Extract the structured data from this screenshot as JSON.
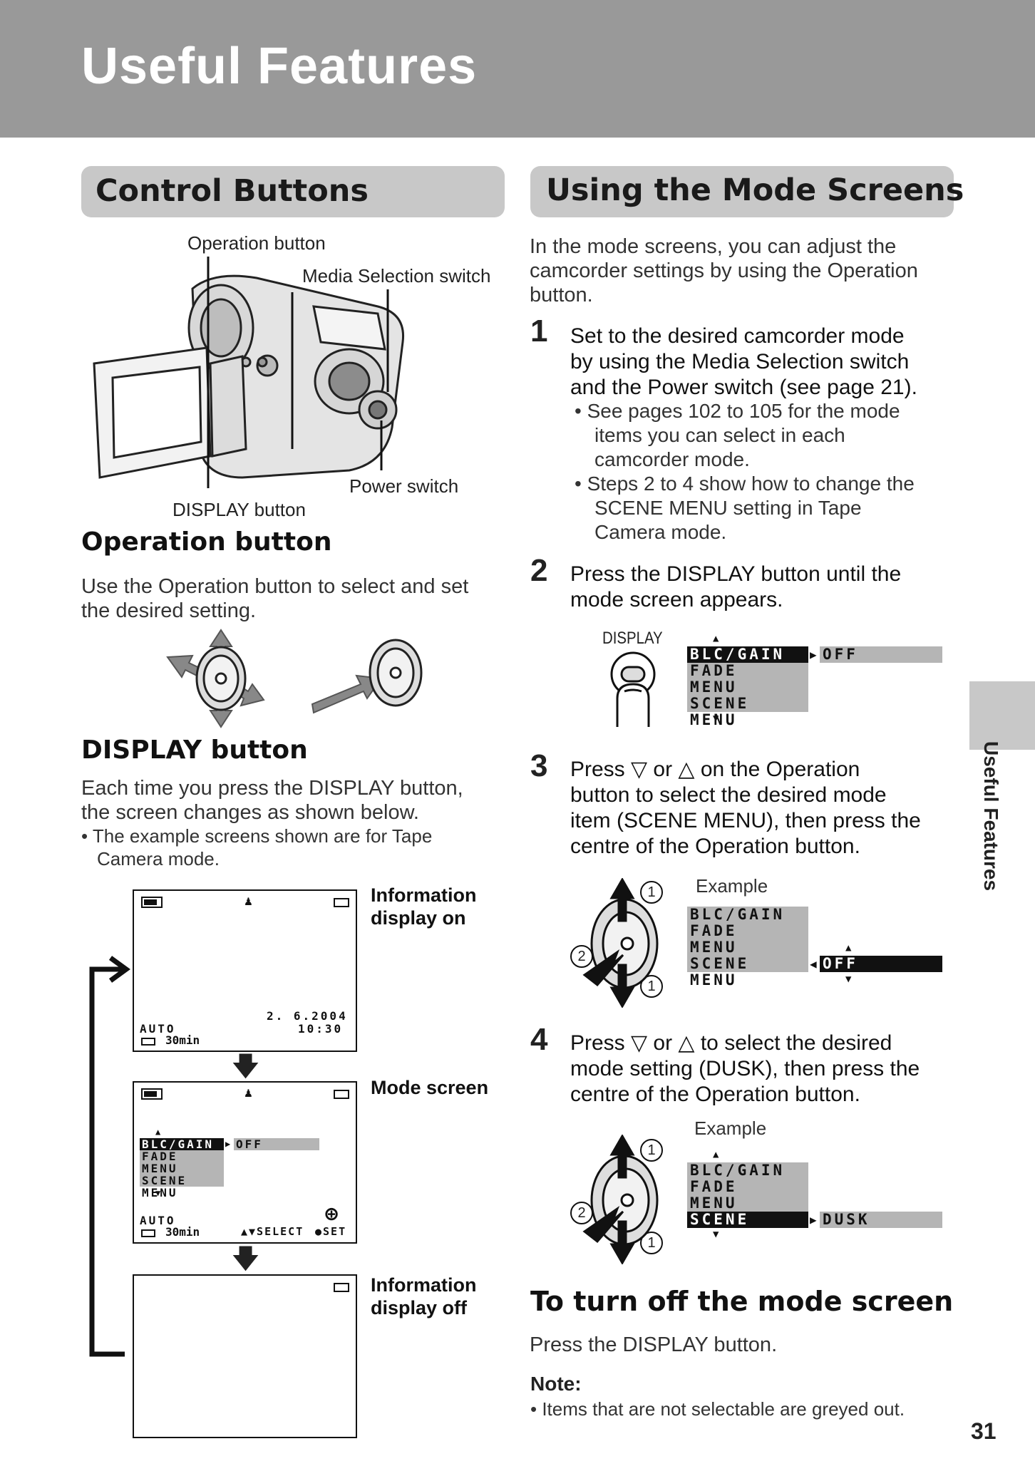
{
  "header": {
    "title": "Useful Features"
  },
  "control": {
    "title": "Control Buttons",
    "callouts": {
      "operation": "Operation button",
      "media": "Media Selection switch",
      "power": "Power switch",
      "display": "DISPLAY button"
    },
    "operation_title": "Operation button",
    "operation_body": [
      "Use the Operation button to select and set",
      "the desired setting."
    ],
    "display_title": "DISPLAY button",
    "display_body": [
      "Each time you press the DISPLAY button,",
      "the screen changes as shown below."
    ],
    "display_note": [
      "• The example screens shown are for Tape",
      "Camera mode."
    ],
    "screens": {
      "info_on_label": [
        "Information",
        "display on"
      ],
      "mode_label": "Mode screen",
      "info_off_label": [
        "Information",
        "display off"
      ],
      "date": "2. 6.2004",
      "time": "10:30",
      "auto": "AUTO",
      "remaining": "30min",
      "select": "▲▼SELECT",
      "set": "●SET"
    }
  },
  "mode": {
    "title": "Using the Mode Screens",
    "intro": [
      "In the mode screens, you can adjust the",
      "camcorder settings by using the Operation",
      "button."
    ],
    "steps": [
      {
        "num": "1",
        "lines": [
          "Set to the desired camcorder mode",
          "by using the Media Selection switch",
          "and the Power switch (see page 21)."
        ]
      },
      {
        "num": "2",
        "lines": [
          "Press the DISPLAY button until the",
          "mode screen appears."
        ]
      },
      {
        "num": "3",
        "lines": [
          "Press  ▽  or  △  on the Operation",
          "button to select the desired mode",
          "item (SCENE MENU), then press the",
          "centre of the Operation button."
        ]
      },
      {
        "num": "4",
        "lines": [
          "Press  ▽  or  △  to select the desired",
          "mode setting (DUSK), then press the",
          "centre of the Operation button."
        ]
      }
    ],
    "step1_bullets": [
      [
        "• See pages 102 to 105 for the mode",
        "items you can select in each",
        "camcorder mode."
      ],
      [
        "• Steps 2 to 4 show how to change the",
        "SCENE MENU setting in Tape",
        "Camera mode."
      ]
    ],
    "display_key": "DISPLAY",
    "example": "Example",
    "menu_items": [
      "BLC/GAIN",
      "FADE",
      "MENU",
      "SCENE MENU"
    ],
    "values": {
      "off": "OFF",
      "dusk": "DUSK"
    },
    "markers": {
      "one": "1",
      "two": "2"
    },
    "turn_off_title": "To turn off the mode screen",
    "turn_off_body": "Press the DISPLAY button.",
    "note_label": "Note:",
    "note_text": "• Items that are not selectable are greyed out."
  },
  "side_tab": "Useful Features",
  "page_number": "31",
  "colors": {
    "header": "#999999",
    "section_bar": "#c8c8c8",
    "menu_grey": "#b5b5b5"
  }
}
